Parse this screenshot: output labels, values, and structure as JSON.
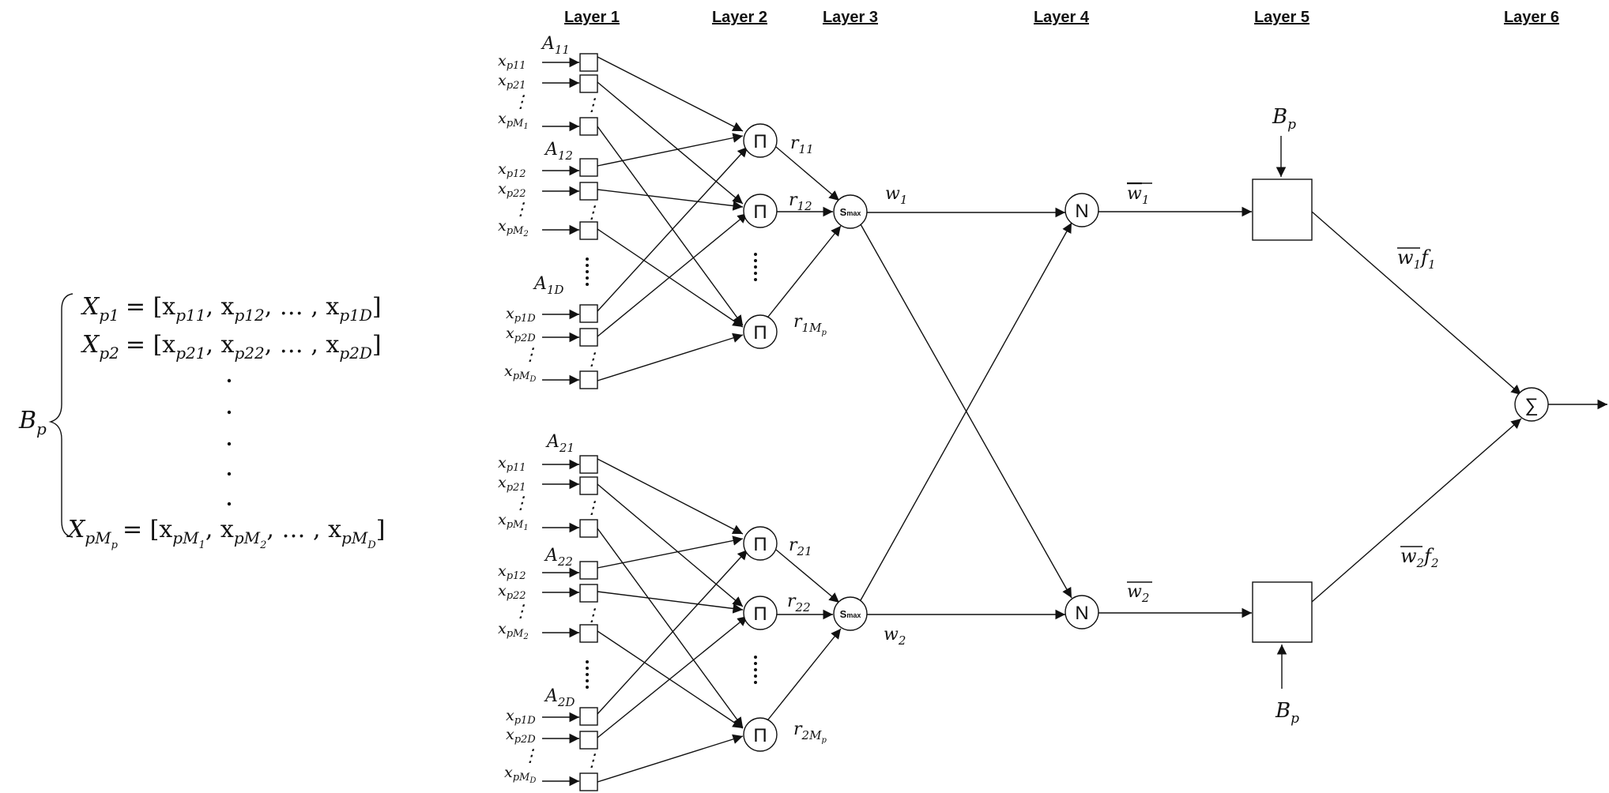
{
  "layers": [
    "Layer 1",
    "Layer 2",
    "Layer 3",
    "Layer 4",
    "Layer 5",
    "Layer 6"
  ],
  "equation": {
    "bp": "B",
    "bp_sub": "p",
    "row1": {
      "lhs": "X",
      "lhs_sub": "p1",
      "rhs": "= [x",
      "s1": "p11",
      "c1": ", x",
      "s2": "p12",
      "c2": ", … , x",
      "s3": "p1D",
      "end": "]"
    },
    "row2": {
      "lhs": "X",
      "lhs_sub": "p2",
      "rhs": "= [x",
      "s1": "p21",
      "c1": ", x",
      "s2": "p22",
      "c2": ", … , x",
      "s3": "p2D",
      "end": "]"
    },
    "row3": {
      "lhs": "X",
      "lhs_sub": "pM",
      "lhs_subsub": "p",
      "rhs": "= [x",
      "s1": "pM",
      "s1b": "1",
      "c1": ", x",
      "s2": "pM",
      "s2b": "2",
      "c2": ", … , x",
      "s3": "pM",
      "s3b": "D",
      "end": "]"
    }
  },
  "groups": [
    {
      "mf_labels": [
        "A",
        "11",
        "A",
        "12",
        "A",
        "1D"
      ],
      "inputs": [
        "x",
        "p11",
        "x",
        "p21",
        "x",
        "pM",
        "1",
        "x",
        "p12",
        "x",
        "p22",
        "x",
        "pM",
        "2",
        "x",
        "p1D",
        "x",
        "p2D",
        "x",
        "pM",
        "D"
      ],
      "rules": [
        "r",
        "11",
        "r",
        "12",
        "r",
        "1M",
        "p"
      ],
      "w": [
        "w",
        "1"
      ],
      "wbar": [
        "w",
        "1"
      ],
      "out": [
        "w",
        "1",
        "f",
        "1"
      ]
    },
    {
      "mf_labels": [
        "A",
        "21",
        "A",
        "22",
        "A",
        "2D"
      ],
      "inputs": [
        "x",
        "p11",
        "x",
        "p21",
        "x",
        "pM",
        "1",
        "x",
        "p12",
        "x",
        "p22",
        "x",
        "pM",
        "2",
        "x",
        "p1D",
        "x",
        "p2D",
        "x",
        "pM",
        "D"
      ],
      "rules": [
        "r",
        "21",
        "r",
        "22",
        "r",
        "2M",
        "p"
      ],
      "w": [
        "w",
        "2"
      ],
      "wbar": [
        "w",
        "2"
      ],
      "out": [
        "w",
        "2",
        "f",
        "2"
      ]
    }
  ],
  "symbols": {
    "pi": "Π",
    "smax_s": "S",
    "smax_sub": "max",
    "norm": "N",
    "sum": "∑",
    "bp": "B",
    "bp_sub": "p",
    "dots": "⋮"
  }
}
